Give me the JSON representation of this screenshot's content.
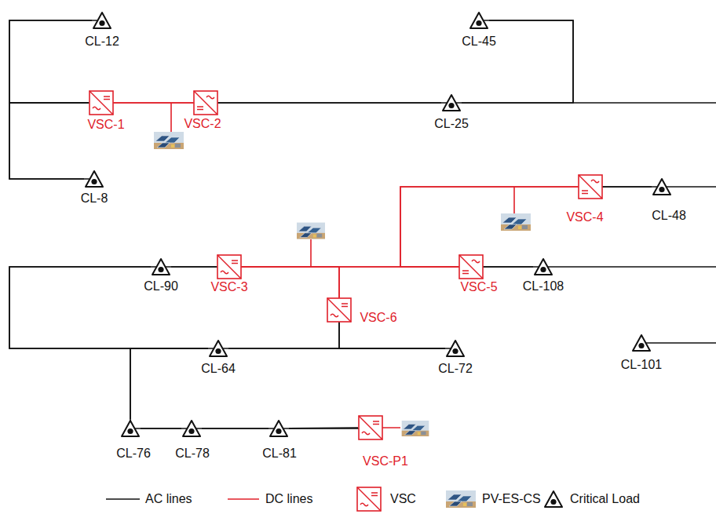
{
  "diagram": {
    "nodes": [
      {
        "text": [
          "CL-12"
        ]
      },
      {
        "text": [
          "CL-45"
        ]
      },
      {
        "text": [
          "VSC-1"
        ]
      },
      {
        "text": [
          "VSC-2"
        ]
      },
      {
        "text": [
          "CL-25"
        ]
      },
      {
        "text": [
          "CL-8"
        ]
      },
      {
        "text": [
          "VSC-4"
        ]
      },
      {
        "text": [
          "CL-48"
        ]
      },
      {
        "text": [
          "CL-90"
        ]
      },
      {
        "text": [
          "VSC-3"
        ]
      },
      {
        "text": [
          "VSC-5"
        ]
      },
      {
        "text": [
          "CL-108"
        ]
      },
      {
        "text": [
          "VSC-6"
        ]
      },
      {
        "text": [
          "CL-64"
        ]
      },
      {
        "text": [
          "CL-72"
        ]
      },
      {
        "text": [
          "CL-101"
        ]
      },
      {
        "text": [
          "CL-76"
        ]
      },
      {
        "text": [
          "CL-78"
        ]
      },
      {
        "text": [
          "CL-81"
        ]
      },
      {
        "text": [
          "VSC-P1"
        ]
      }
    ],
    "edges": [
      {
        "from": 0,
        "to": 2,
        "arrow": "none"
      },
      {
        "from": 2,
        "to": 5,
        "arrow": "none"
      },
      {
        "from": 2,
        "to": 3,
        "arrow": "none"
      },
      {
        "from": 3,
        "to": 4,
        "arrow": "none"
      },
      {
        "from": 4,
        "to": 1,
        "arrow": "none"
      },
      {
        "from": 8,
        "to": 9,
        "arrow": "none"
      },
      {
        "from": 9,
        "to": 10,
        "arrow": "none"
      },
      {
        "from": 9,
        "to": 12,
        "arrow": "none"
      },
      {
        "from": 10,
        "to": 6,
        "arrow": "none"
      },
      {
        "from": 6,
        "to": 7,
        "arrow": "none"
      },
      {
        "from": 10,
        "to": 11,
        "arrow": "none"
      },
      {
        "from": 8,
        "to": 13,
        "arrow": "none"
      },
      {
        "from": 13,
        "to": 14,
        "arrow": "none"
      },
      {
        "from": 12,
        "to": 14,
        "arrow": "none"
      },
      {
        "from": 13,
        "to": 16,
        "arrow": "none"
      },
      {
        "from": 16,
        "to": 17,
        "arrow": "none"
      },
      {
        "from": 17,
        "to": 18,
        "arrow": "none"
      },
      {
        "from": 18,
        "to": 19,
        "arrow": "none"
      }
    ],
    "legend": [
      {
        "text": "AC lines"
      },
      {
        "text": "DC lines"
      },
      {
        "text": "VSC"
      },
      {
        "text": "PV-ES-CS"
      },
      {
        "text": "Critical Load"
      }
    ]
  }
}
